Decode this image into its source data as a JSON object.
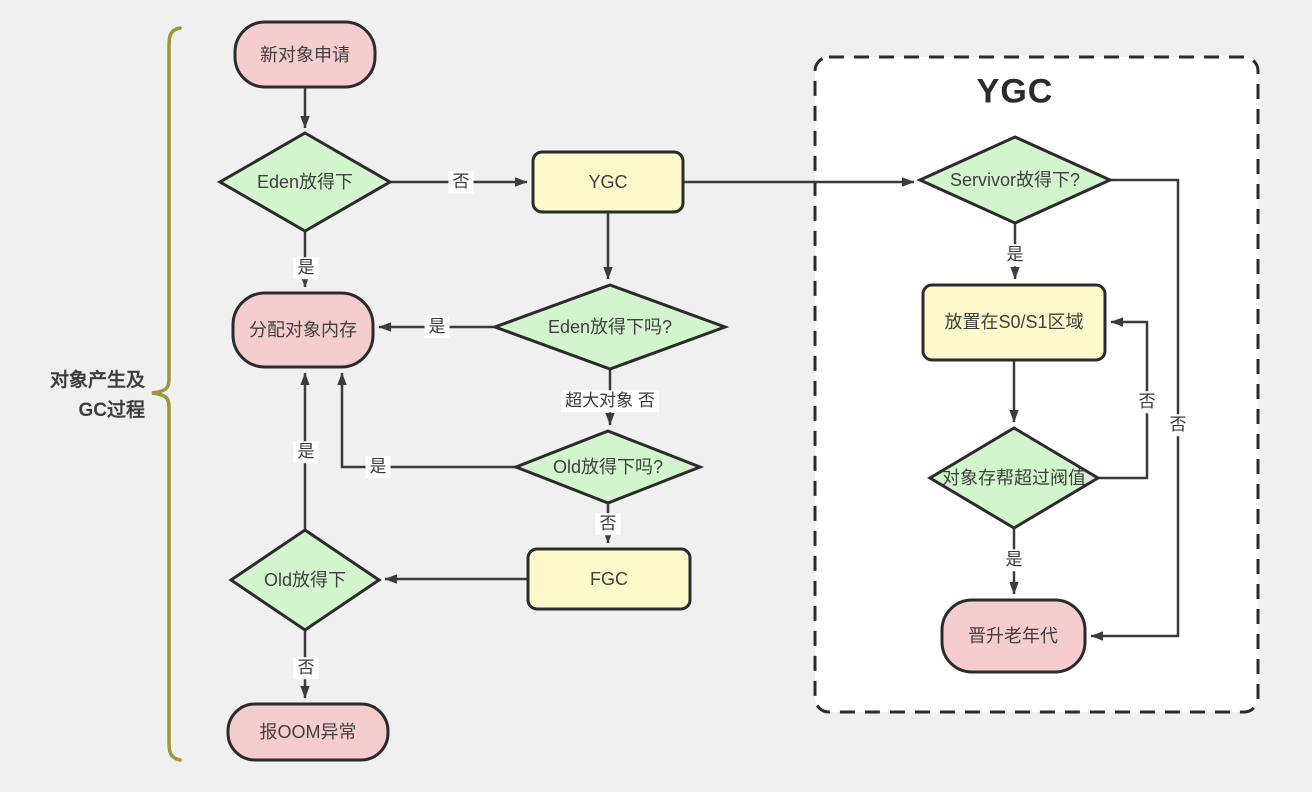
{
  "sidebar_label": {
    "line1": "对象产生及",
    "line2": "GC过程"
  },
  "group": {
    "title": "YGC"
  },
  "nodes": {
    "start": "新对象申请",
    "eden_fit": "Eden放得下",
    "ygc": "YGC",
    "alloc": "分配对象内存",
    "eden_fit_q": "Eden放得下吗?",
    "old_fit_q": "Old放得下吗?",
    "fgc": "FGC",
    "old_fit": "Old放得下",
    "oom": "报OOM异常",
    "survivor_fit": "Servivor故得下?",
    "s0s1": "放置在S0/S1区域",
    "age_threshold": "对象存帮超过阀值",
    "promote": "晋升老年代"
  },
  "edge_labels": {
    "eden_no": "否",
    "eden_yes": "是",
    "eden_q_yes": "是",
    "eden_q_huge_no": "超大对象 否",
    "old_q_yes": "是",
    "old_q_no": "否",
    "old_yes": "是",
    "old_no": "否",
    "survivor_yes": "是",
    "threshold_no": "否",
    "survivor_no": "否",
    "threshold_yes": "是"
  },
  "colors": {
    "background": "#f0f0f0",
    "node_pink": "#f6cdce",
    "node_green": "#d3f5cd",
    "node_yellow": "#fcf9ca",
    "shape_border": "#2b2b2b",
    "connector": "#3b3b3b",
    "brace": "#9a9938",
    "group_background": "#ffffff",
    "text": "#3f3f3f"
  }
}
